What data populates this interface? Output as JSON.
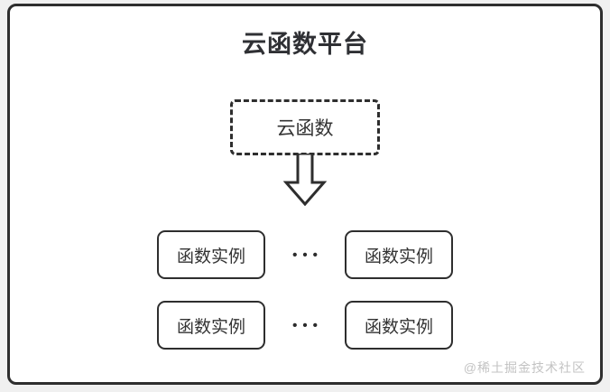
{
  "diagram": {
    "title": "云函数平台",
    "cloud_function": {
      "label": "云函数"
    },
    "arrow_icon": "down-arrow-icon",
    "instances": {
      "rows": [
        {
          "left_label": "函数实例",
          "separator_dots": "•••",
          "right_label": "函数实例"
        },
        {
          "left_label": "函数实例",
          "separator_dots": "•••",
          "right_label": "函数实例"
        }
      ]
    },
    "watermark": "@稀土掘金技术社区",
    "colors": {
      "border": "#2e2e2e",
      "text": "#333333",
      "title_text": "#2f3034",
      "watermark_text": "#c3c3c3",
      "panel_background": "#ffffff",
      "page_background": "#f0f0f0"
    }
  }
}
